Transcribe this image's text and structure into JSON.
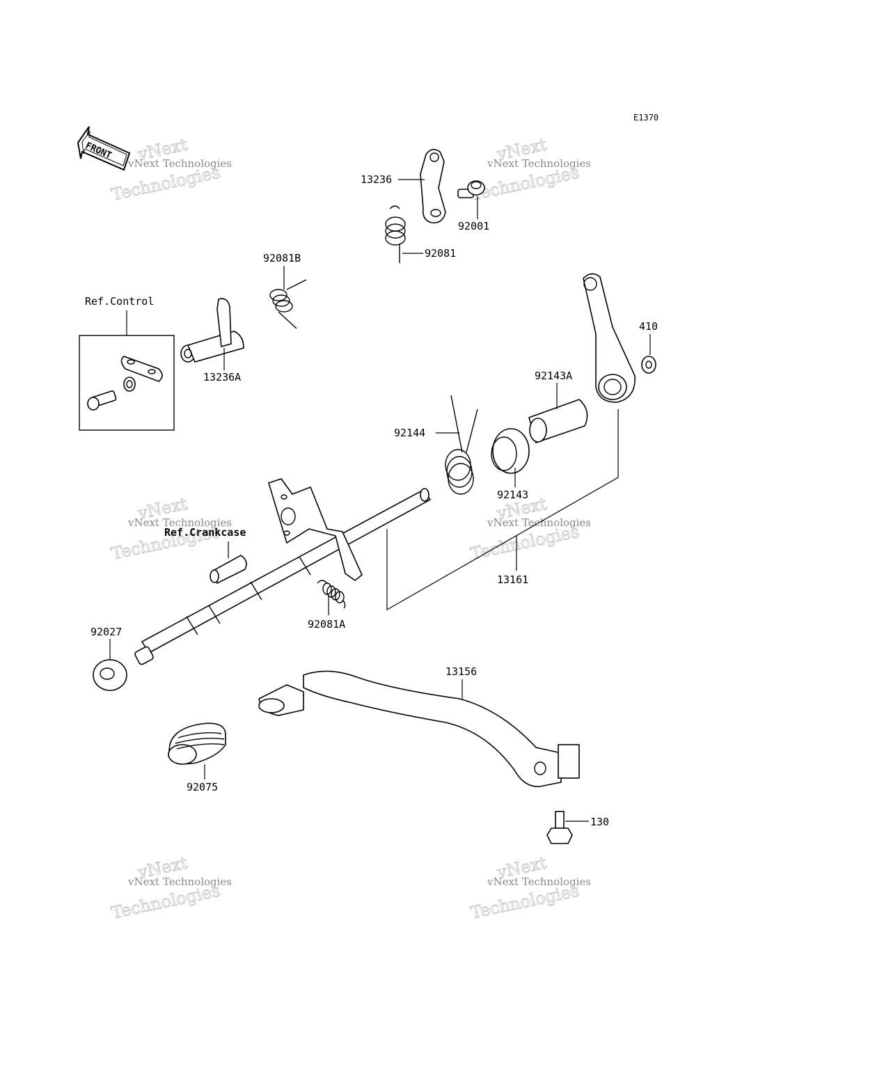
{
  "diagram_code": "E1370",
  "front_marker": "FRONT",
  "watermark": {
    "line1": "vNext Technologies",
    "line2": "vNext",
    "line3": "Technologies"
  },
  "references": {
    "control": "Ref.Control",
    "crankcase": "Ref.Crankcase"
  },
  "parts": {
    "p13236": "13236",
    "p92001": "92001",
    "p92081": "92081",
    "p92081B": "92081B",
    "p13236A": "13236A",
    "p410": "410",
    "p92143A": "92143A",
    "p92144": "92144",
    "p92143": "92143",
    "p13161": "13161",
    "p92081A": "92081A",
    "p92027": "92027",
    "p13156": "13156",
    "p92075": "92075",
    "p130": "130"
  }
}
